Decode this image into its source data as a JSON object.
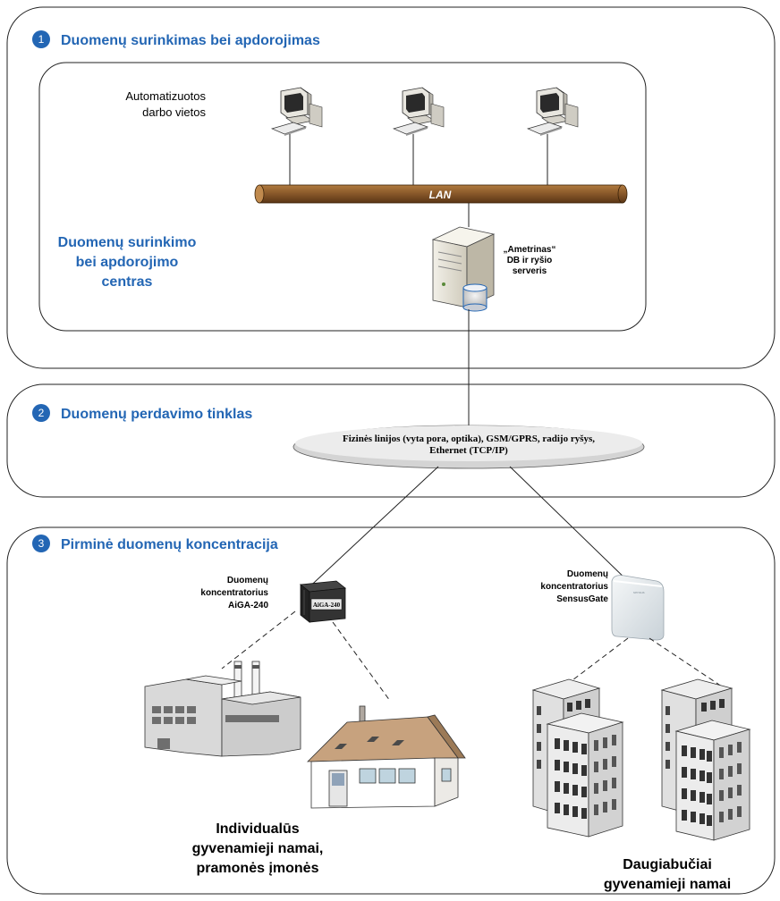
{
  "sections": [
    {
      "number": "1",
      "title": "Duomenų surinkimas bei apdorojimas"
    },
    {
      "number": "2",
      "title": "Duomenų perdavimo tinklas"
    },
    {
      "number": "3",
      "title": "Pirminė duomenų koncentracija"
    }
  ],
  "center_label": [
    "Duomenų surinkimo",
    "bei apdorojimo",
    "centras"
  ],
  "workstations_label": [
    "Automatizuotos",
    "darbo vietos"
  ],
  "lan_label": "LAN",
  "server_label": [
    "„Ametrinas“",
    "DB ir ryšio",
    "serveris"
  ],
  "network_label": [
    "Fizinės linijos (vyta pora, optika), GSM/GPRS, radijo ryšys,",
    "Ethernet (TCP/IP)"
  ],
  "concentrator_aiga": {
    "label": [
      "Duomenų",
      "koncentratorius",
      "AiGA-240"
    ],
    "device_text": "AiGA-240"
  },
  "concentrator_sensus": {
    "label": [
      "Duomenų",
      "koncentratorius",
      "SensusGate"
    ]
  },
  "individual_label": [
    "Individualūs",
    "gyvenamieji namai,",
    "pramonės įmonės"
  ],
  "apartment_label": [
    "Daugiabučiai",
    "gyvenamieji namai"
  ],
  "colors": {
    "accent": "#2366b4",
    "lan_pipe": "#8b5a2b"
  }
}
